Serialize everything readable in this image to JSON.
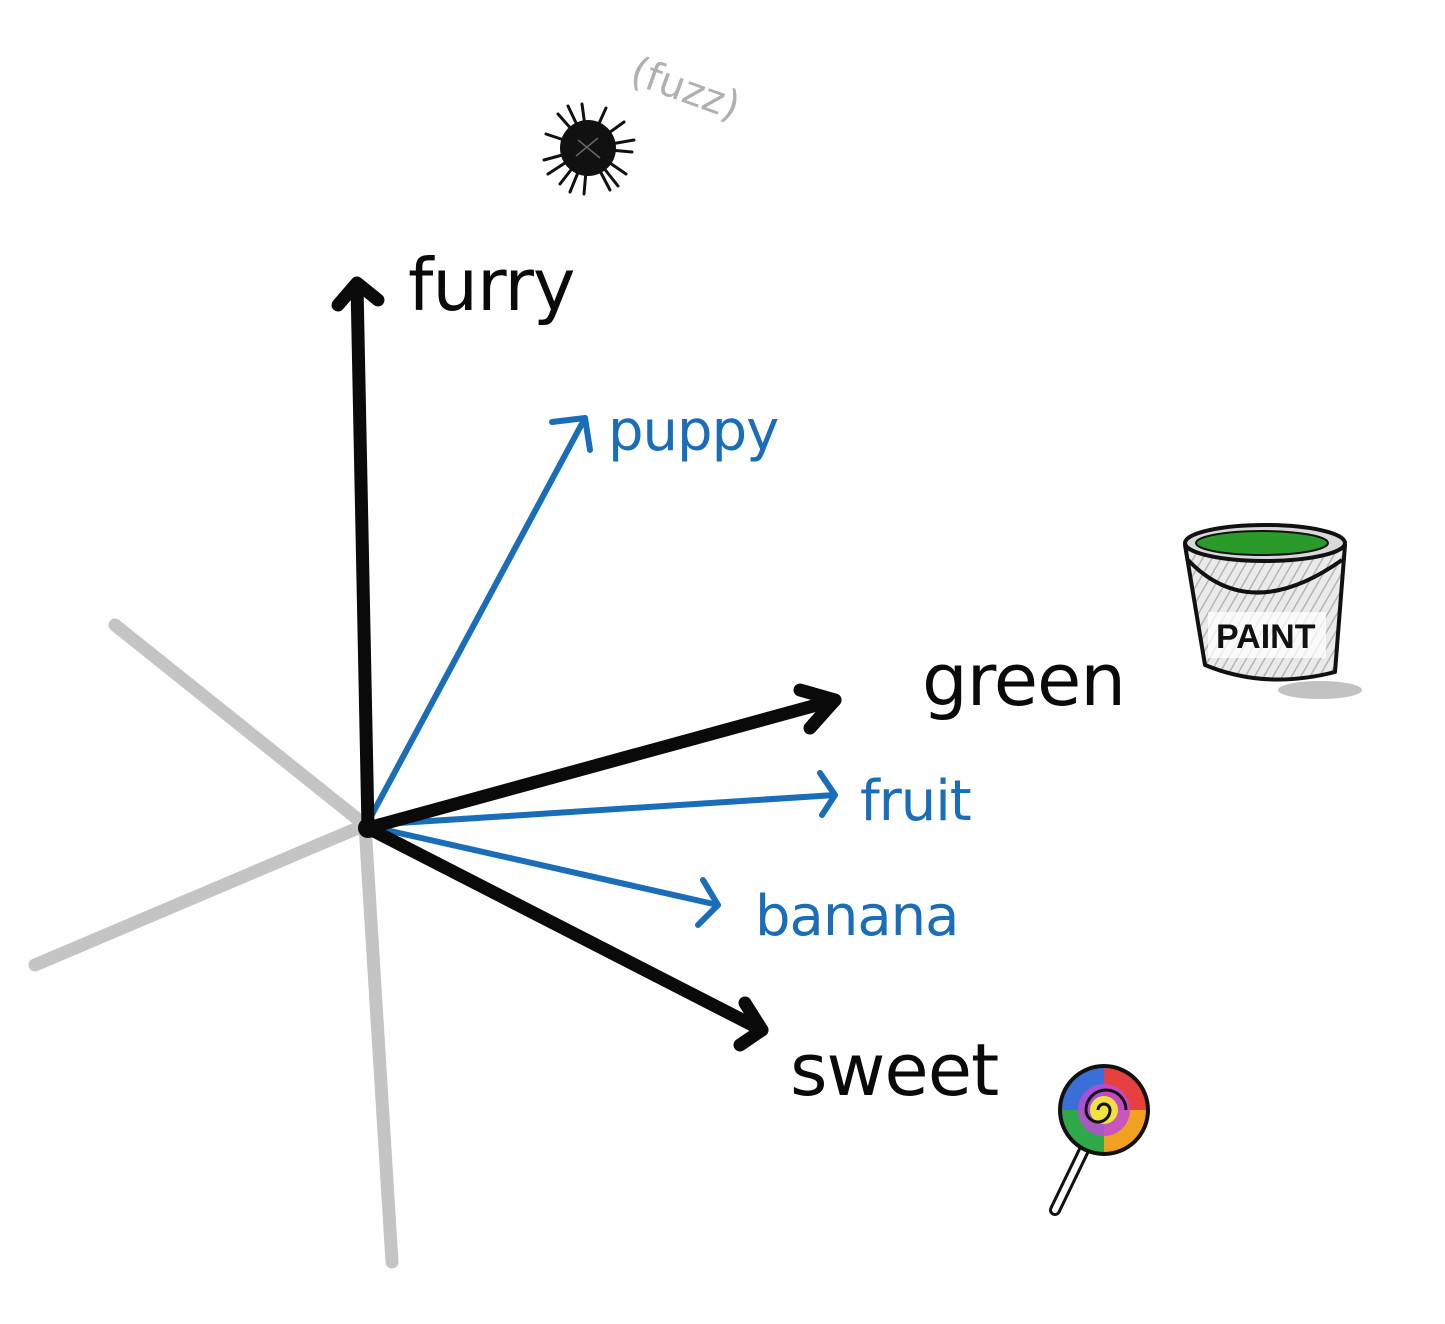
{
  "diagram": {
    "axes": {
      "furry": "furry",
      "green": "green",
      "sweet": "sweet"
    },
    "vectors": {
      "puppy": "puppy",
      "fruit": "fruit",
      "banana": "banana"
    },
    "fuzz_note": "(fuzz)",
    "paint_label": "PAINT",
    "colors": {
      "axis": "#0a0a0a",
      "vector": "#1a6db8",
      "faint_axis": "#c4c4c4",
      "paint_green": "#2a9a2a"
    },
    "icons": {
      "fuzz": "fuzzball-icon",
      "paint": "paint-can-icon",
      "lollipop": "lollipop-icon"
    }
  }
}
